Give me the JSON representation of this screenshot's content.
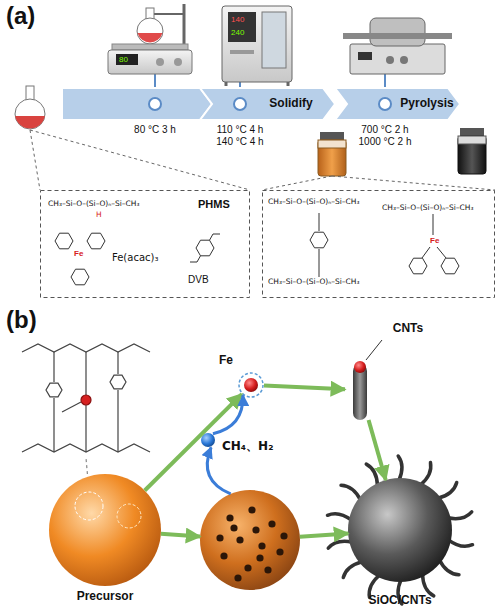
{
  "diagram": {
    "nodes": [
      {
        "text": [
          "80 °C 3 h"
        ]
      },
      {
        "text": [
          "Solidify",
          "110 °C 4 h 140 °C 4 h"
        ]
      },
      {
        "text": [
          "Pyrolysis",
          "700 °C 2 h 1000 °C 2 h"
        ]
      },
      {
        "text": [
          "CH₃–Si–O–(Si–O)ₙ–Si–CH₃",
          "H",
          "PHMS",
          "Fe",
          "Fe(acac)₃",
          "DVB"
        ]
      },
      {
        "text": [
          "CH₃–Si–O–(Si–O)ₙ–Si–CH₃",
          "CH₃–Si–O–(Si–O)ₙ–Si–CH₃",
          "CH₃–Si–O–(Si–O)ₙ–Si–CH₃",
          "Fe"
        ]
      },
      {
        "text": [
          "Precursor"
        ]
      },
      {
        "text": [
          "Fe"
        ]
      },
      {
        "text": [
          "CH₄、H₂"
        ]
      },
      {
        "text": [
          "CNTs"
        ]
      },
      {
        "text": []
      },
      {
        "text": [
          "SiOC/CNTs"
        ]
      }
    ],
    "edges": [
      {
        "from": 5,
        "to": 6,
        "arrow": "to"
      },
      {
        "from": 6,
        "to": 8,
        "arrow": "to"
      },
      {
        "from": 8,
        "to": 10,
        "arrow": "to"
      },
      {
        "from": 5,
        "to": 9,
        "arrow": "to"
      },
      {
        "from": 9,
        "to": 10,
        "arrow": "to"
      },
      {
        "from": 9,
        "to": 7,
        "arrow": "to"
      },
      {
        "from": 7,
        "to": 6,
        "arrow": "to"
      }
    ],
    "labels": [
      "(a)",
      "80",
      "140",
      "240",
      "(b)"
    ]
  }
}
